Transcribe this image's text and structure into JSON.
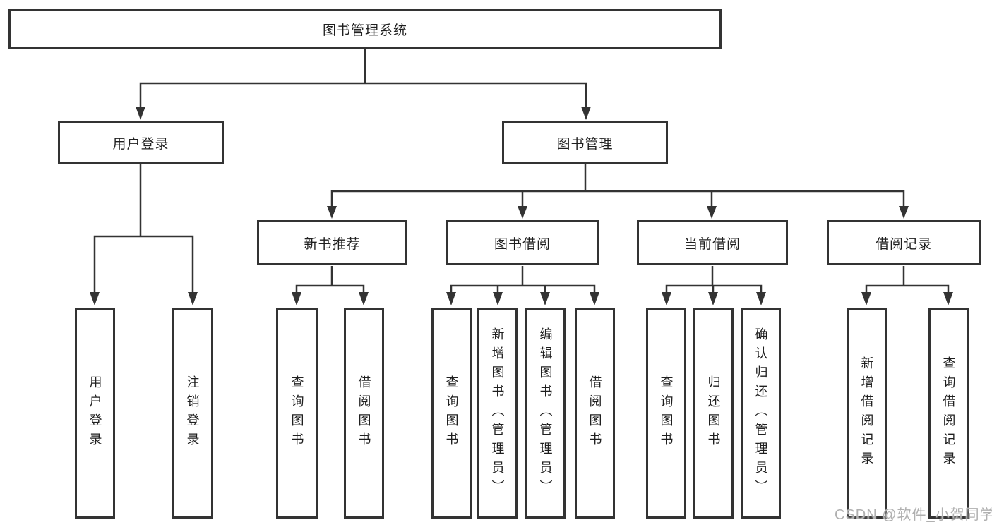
{
  "colors": {
    "line": "#333333",
    "box_background": "#ffffff",
    "label_text": "#1f1f1f",
    "watermark_text": "#b0b0b0"
  },
  "watermark": "CSDN @软件_小贺同学",
  "tree": {
    "root": "图书管理系统",
    "branches": [
      {
        "label": "用户登录",
        "children": [
          {
            "label": "用户登录"
          },
          {
            "label": "注销登录"
          }
        ]
      },
      {
        "label": "图书管理",
        "children": [
          {
            "label": "新书推荐",
            "children": [
              {
                "label": "查询图书"
              },
              {
                "label": "借阅图书"
              }
            ]
          },
          {
            "label": "图书借阅",
            "children": [
              {
                "label": "查询图书"
              },
              {
                "label": "新增图书（管理员）"
              },
              {
                "label": "编辑图书（管理员）"
              },
              {
                "label": "借阅图书"
              }
            ]
          },
          {
            "label": "当前借阅",
            "children": [
              {
                "label": "查询图书"
              },
              {
                "label": "归还图书"
              },
              {
                "label": "确认归还（管理员）"
              }
            ]
          },
          {
            "label": "借阅记录",
            "children": [
              {
                "label": "新增借阅记录"
              },
              {
                "label": "查询借阅记录"
              }
            ]
          }
        ]
      }
    ]
  }
}
